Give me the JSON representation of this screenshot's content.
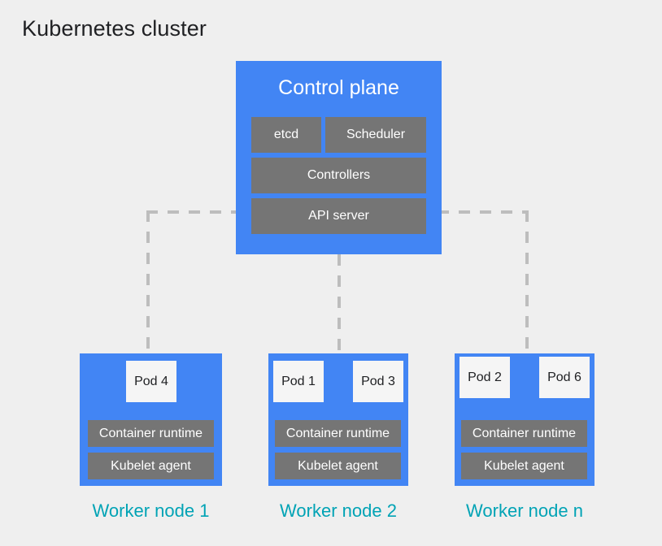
{
  "title": "Kubernetes cluster",
  "colors": {
    "background": "#efefef",
    "node_blue": "#4285f4",
    "component_gray": "#757575",
    "pod_white": "#f5f5f5",
    "caption_teal": "#00a3b5",
    "connector_gray": "#bdbdbd",
    "title_black": "#202124"
  },
  "control_plane": {
    "title": "Control plane",
    "components": {
      "etcd": "etcd",
      "scheduler": "Scheduler",
      "controllers": "Controllers",
      "api_server": "API server"
    }
  },
  "worker_nodes": [
    {
      "caption": "Worker node 1",
      "pods": [
        "Pod 4"
      ],
      "container_runtime": "Container runtime",
      "kubelet_agent": "Kubelet agent"
    },
    {
      "caption": "Worker node 2",
      "pods": [
        "Pod 1",
        "Pod 3"
      ],
      "container_runtime": "Container runtime",
      "kubelet_agent": "Kubelet agent"
    },
    {
      "caption": "Worker node n",
      "pods": [
        "Pod 2",
        "Pod 6"
      ],
      "container_runtime": "Container runtime",
      "kubelet_agent": "Kubelet agent"
    }
  ],
  "connectors": [
    {
      "from": "api-server",
      "to": "worker-node-1",
      "style": "dashed"
    },
    {
      "from": "control-plane",
      "to": "worker-node-2",
      "style": "dashed"
    },
    {
      "from": "api-server",
      "to": "worker-node-n",
      "style": "dashed"
    }
  ]
}
